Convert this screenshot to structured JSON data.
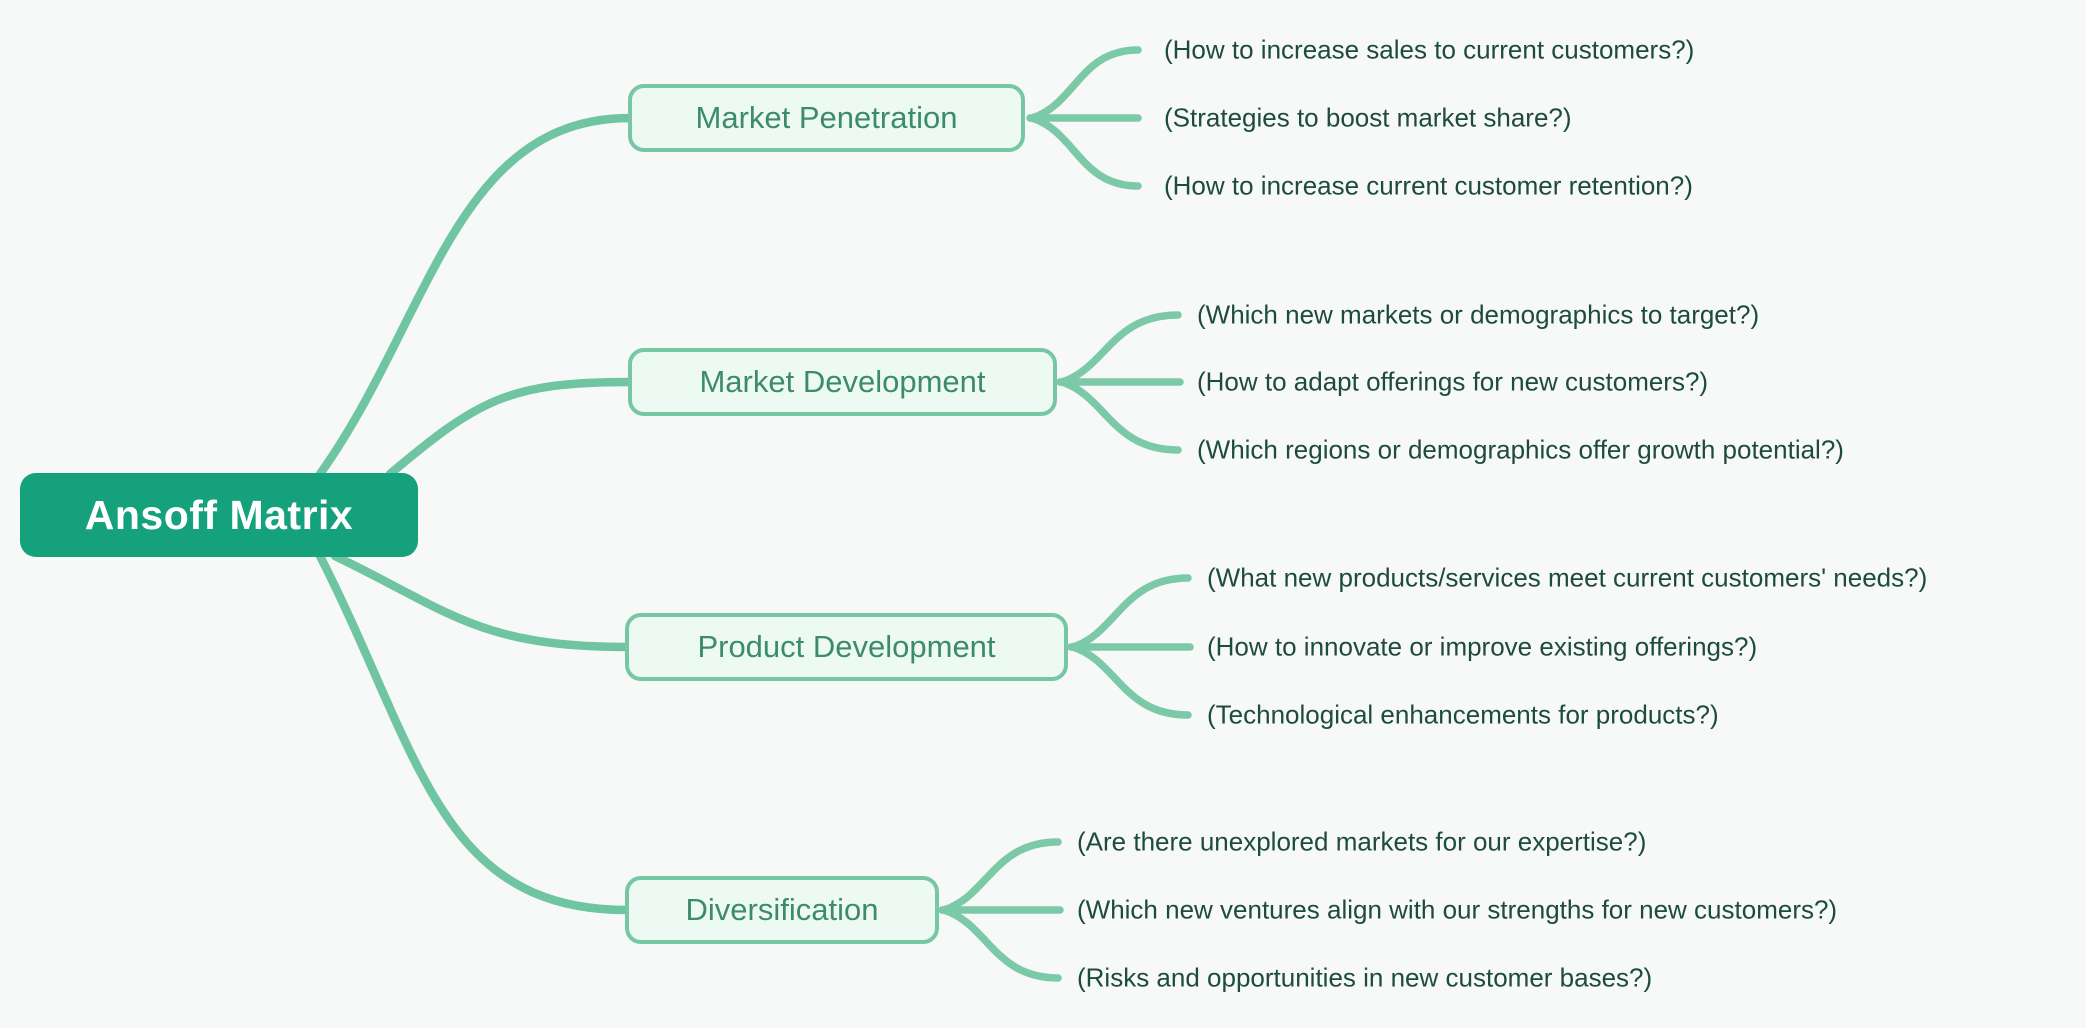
{
  "mindmap": {
    "root": {
      "label": "Ansoff Matrix"
    },
    "branches": [
      {
        "label": "Market Penetration",
        "children": [
          "(How to increase sales to current customers?)",
          "(Strategies to boost market share?)",
          "(How to increase current customer retention?)"
        ]
      },
      {
        "label": "Market Development",
        "children": [
          "(Which new markets or demographics to target?)",
          "(How to adapt offerings for new customers?)",
          "(Which regions or demographics offer growth potential?)"
        ]
      },
      {
        "label": "Product Development",
        "children": [
          "(What new products/services meet current customers' needs?)",
          "(How to innovate or improve existing offerings?)",
          "(Technological enhancements for products?)"
        ]
      },
      {
        "label": "Diversification",
        "children": [
          "(Are there unexplored markets for our expertise?)",
          "(Which new ventures align with our strengths for new customers?)",
          "(Risks and opportunities in new customer bases?)"
        ]
      }
    ],
    "colors": {
      "background": "#f7f8f8",
      "root_fill": "#14a17c",
      "root_text": "#ffffff",
      "branch_fill": "#edfaf4",
      "branch_border": "#77c7a5",
      "branch_text": "#3d8b6e",
      "edge_root": "#6fc4a1",
      "edge_leaf": "#7cc9a8",
      "leaf_text": "#1d4c3b"
    }
  }
}
